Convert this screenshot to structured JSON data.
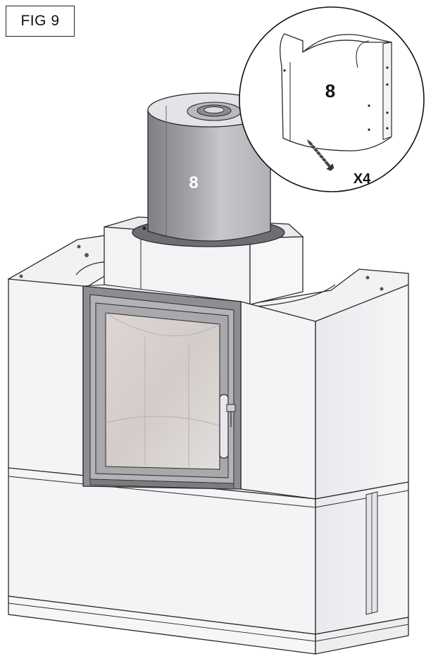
{
  "figure": {
    "label": "FIG 9"
  },
  "callouts": {
    "part_on_flue": "8",
    "part_in_detail": "8",
    "screw_quantity": "X4"
  },
  "colors": {
    "line": "#2a2a2a",
    "panel_face": "#f4f4f6",
    "panel_side": "#e6e6ea",
    "flue_dark": "#8f8f93",
    "flue_light": "#c9c9cd",
    "glass": "#d8d2cf",
    "door_frame": "#9a9a9e"
  },
  "icons": {
    "screw": "screw-icon",
    "handle": "door-handle-icon"
  }
}
